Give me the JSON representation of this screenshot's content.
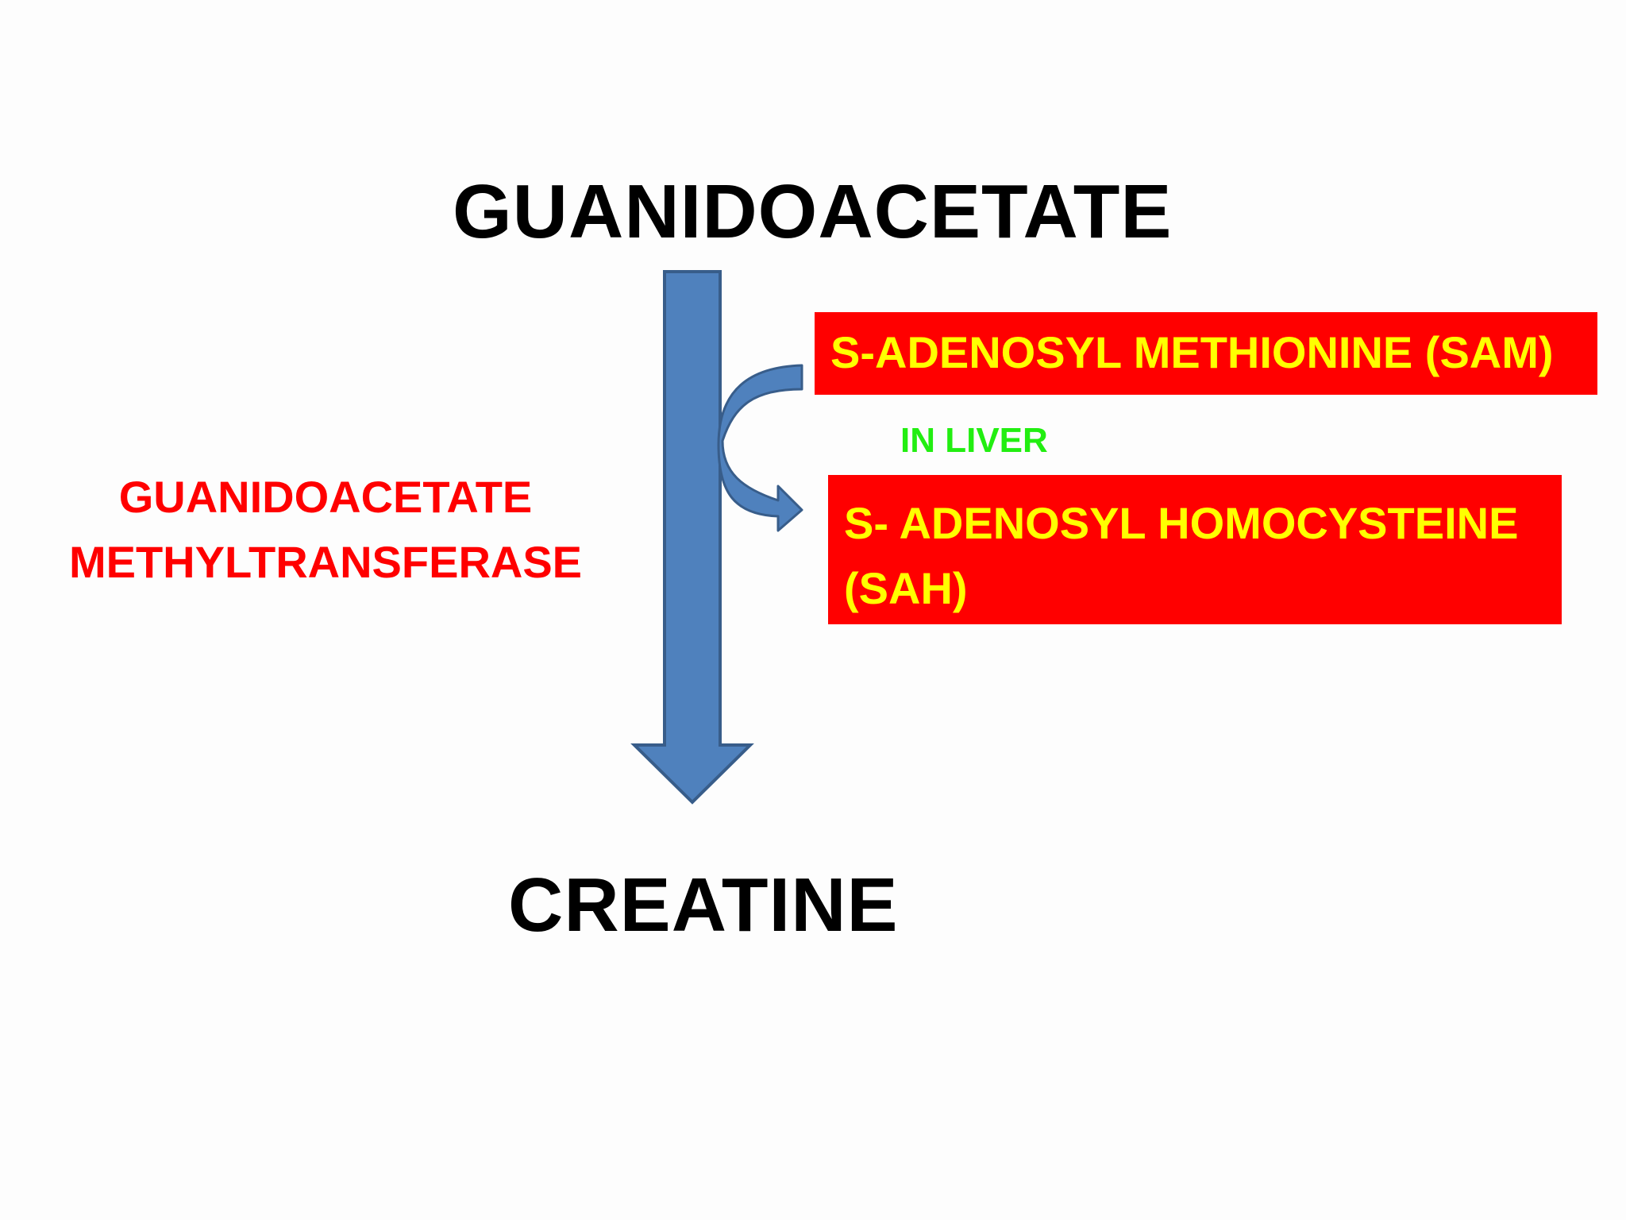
{
  "diagram": {
    "substrate": "GUANIDOACETATE",
    "product": "CREATINE",
    "enzyme_line1": "GUANIDOACETATE",
    "enzyme_line2": "METHYLTRANSFERASE",
    "location": "IN LIVER",
    "cosubstrate": "S-ADENOSYL METHIONINE (SAM)",
    "coproduct": "S- ADENOSYL HOMOCYSTEINE (SAH)"
  },
  "colors": {
    "arrow_fill": "#4f81bd",
    "arrow_stroke": "#385d8a",
    "curved_arrow_fill": "#4f81bd",
    "box_fill": "#ff0000",
    "box_text": "#ffff00",
    "enzyme_text": "#ff0000",
    "location_text": "#22ee11",
    "main_text": "#000000"
  },
  "icons": {
    "main_arrow": "down-arrow-icon",
    "side_arrow": "curved-arrow-icon"
  }
}
